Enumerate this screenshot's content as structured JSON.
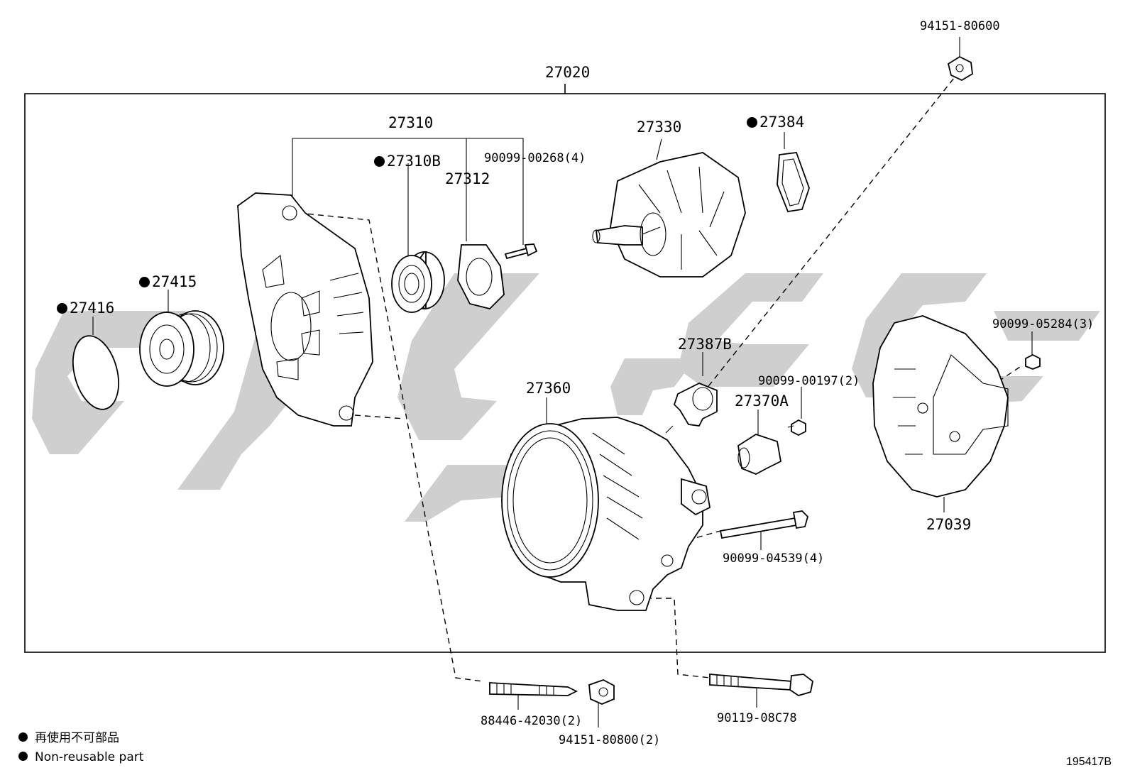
{
  "diagram": {
    "assembly_label": "27020",
    "figure_number": "195417B",
    "parts": [
      {
        "id": "p94151_80600",
        "label": "94151-80600",
        "non_reusable": false
      },
      {
        "id": "p27310",
        "label": "27310",
        "non_reusable": false
      },
      {
        "id": "p27310B",
        "label": "27310B",
        "non_reusable": true
      },
      {
        "id": "p90099_00268",
        "label": "90099-00268(4)",
        "non_reusable": false
      },
      {
        "id": "p27312",
        "label": "27312",
        "non_reusable": false
      },
      {
        "id": "p27330",
        "label": "27330",
        "non_reusable": false
      },
      {
        "id": "p27384",
        "label": "27384",
        "non_reusable": true
      },
      {
        "id": "p27415",
        "label": "27415",
        "non_reusable": true
      },
      {
        "id": "p27416",
        "label": "27416",
        "non_reusable": true
      },
      {
        "id": "p27387B",
        "label": "27387B",
        "non_reusable": false
      },
      {
        "id": "p90099_00197",
        "label": "90099-00197(2)",
        "non_reusable": false
      },
      {
        "id": "p27370A",
        "label": "27370A",
        "non_reusable": false
      },
      {
        "id": "p27360",
        "label": "27360",
        "non_reusable": false
      },
      {
        "id": "p90099_05284",
        "label": "90099-05284(3)",
        "non_reusable": false
      },
      {
        "id": "p27039",
        "label": "27039",
        "non_reusable": false
      },
      {
        "id": "p90099_04539",
        "label": "90099-04539(4)",
        "non_reusable": false
      },
      {
        "id": "p88446_42030",
        "label": "88446-42030(2)",
        "non_reusable": false
      },
      {
        "id": "p94151_80800",
        "label": "94151-80800(2)",
        "non_reusable": false
      },
      {
        "id": "p90119_08C78",
        "label": "90119-08C78",
        "non_reusable": false
      }
    ],
    "legend": [
      {
        "text_ja": "再使用不可部品"
      },
      {
        "text_en": "Non-reusable part"
      }
    ]
  }
}
